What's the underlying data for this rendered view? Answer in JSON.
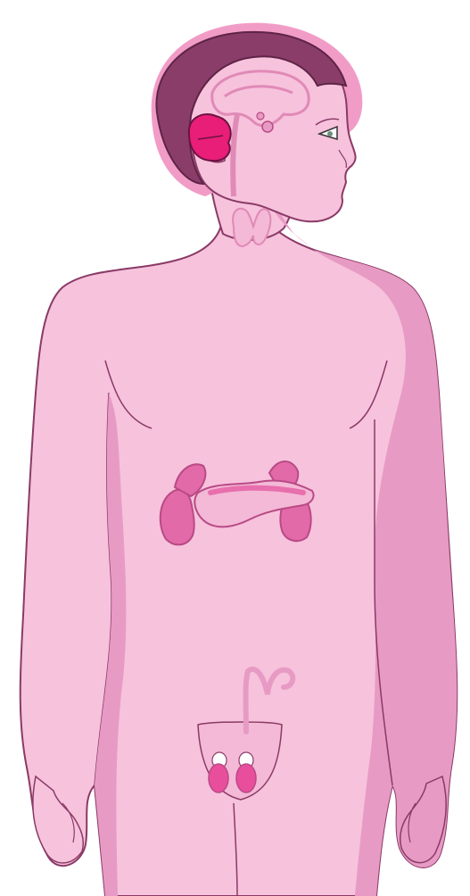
{
  "colors": {
    "background": "#ffffff",
    "skin": "#f7c2dc",
    "skin_shadow": "#e79bc4",
    "outline": "#8a3a66",
    "hair_outer": "#f19cc7",
    "hair": "#8b3d69",
    "brain": "#f7c2dc",
    "brain_stroke": "#e08ab7",
    "cerebellum": "#e81e78",
    "cerebellum_stroke": "#6d1240",
    "thyroid": "#f3b9d6",
    "gland": "#e36aa8",
    "gland_dark": "#b94a86",
    "pancreas": "#e86fad",
    "testes": "#e94e9c",
    "eye": "#ffffff",
    "pupil": "#6e8e7c"
  },
  "organs": [
    {
      "name": "pituitary-gland"
    },
    {
      "name": "cerebellum"
    },
    {
      "name": "thyroid-gland"
    },
    {
      "name": "adrenal-glands"
    },
    {
      "name": "pancreas"
    },
    {
      "name": "kidneys"
    },
    {
      "name": "testes"
    }
  ]
}
